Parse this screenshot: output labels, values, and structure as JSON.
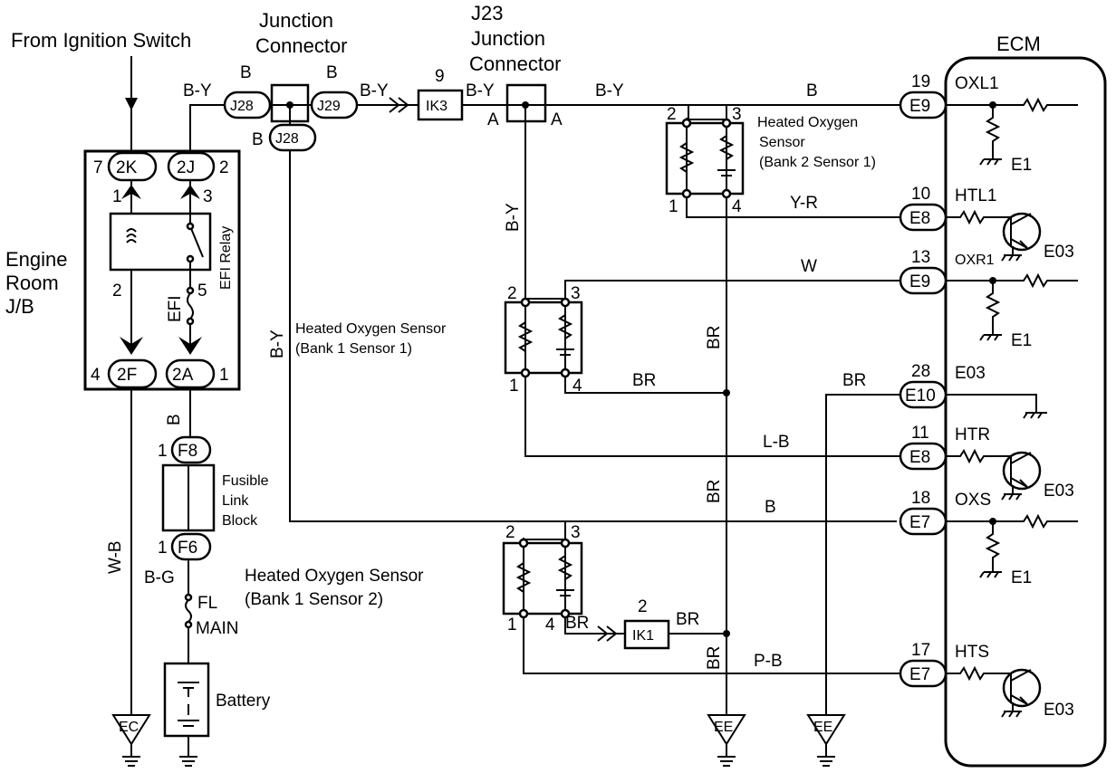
{
  "labels": {
    "ignition": "From Ignition Switch",
    "jc_top": "Junction",
    "jc_bottom": "Connector",
    "j23_1": "J23",
    "j23_2": "Junction",
    "j23_3": "Connector",
    "ecm": "ECM",
    "er1": "Engine",
    "er2": "Room",
    "er3": "J/B",
    "efi_relay": "EFI Relay",
    "efi": "EFI",
    "fl1": "Fusible",
    "fl2": "Link",
    "fl3": "Block",
    "fl_main1": "FL",
    "fl_main2": "MAIN",
    "battery": "Battery",
    "hos_b2s1_1": "Heated Oxygen",
    "hos_b2s1_2": "Sensor",
    "hos_b2s1_3": "(Bank 2 Sensor 1)",
    "hos_b1s1_1": "Heated Oxygen Sensor",
    "hos_b1s1_2": "(Bank 1 Sensor 1)",
    "hos_b1s2_1": "Heated Oxygen Sensor",
    "hos_b1s2_2": "(Bank 1 Sensor 2)"
  },
  "jb_pins": {
    "2K": "2K",
    "2J": "2J",
    "2F": "2F",
    "2A": "2A",
    "n7": "7",
    "n2a": "2",
    "n4": "4",
    "n1a": "1",
    "r1": "1",
    "r3": "3",
    "r2": "2",
    "r5": "5"
  },
  "connectors": {
    "J28": "J28",
    "J29": "J29",
    "J28b": "J28",
    "IK3": "IK3",
    "IK1": "IK1",
    "F8": "F8",
    "F6": "F6",
    "EC": "EC",
    "EE1": "EE",
    "EE2": "EE"
  },
  "wires": {
    "BY1": "B-Y",
    "BY2": "B-Y",
    "BY3": "B-Y",
    "BY4": "B-Y",
    "BY5": "B-Y",
    "B1": "B",
    "B2": "B",
    "B3": "B",
    "B4": "B",
    "B5": "B",
    "B6": "B",
    "A1": "A",
    "A2": "A",
    "YR": "Y-R",
    "W": "W",
    "BR1": "BR",
    "BR2": "BR",
    "BR3": "BR",
    "BR4": "BR",
    "BR5": "BR",
    "BR6": "BR",
    "BR7": "BR",
    "LB": "L-B",
    "PB": "P-B",
    "WB": "W-B",
    "BG": "B-G"
  },
  "pin_nums": {
    "p9": "9",
    "p2ik1": "2",
    "p1f8": "1",
    "p1f6": "1",
    "s1": "2",
    "s2": "3",
    "s3": "1",
    "s4": "4",
    "t1": "2",
    "t2": "3",
    "t3": "1",
    "t4": "4",
    "u1": "2",
    "u2": "3",
    "u3": "1",
    "u4": "4"
  },
  "ecm_pins": [
    {
      "num": "19",
      "term": "E9",
      "sig": "OXL1"
    },
    {
      "num": "10",
      "term": "E8",
      "sig": "HTL1"
    },
    {
      "num": "13",
      "term": "E9",
      "sig": "OXR1"
    },
    {
      "num": "28",
      "term": "E10",
      "sig": "E03"
    },
    {
      "num": "11",
      "term": "E8",
      "sig": "HTR"
    },
    {
      "num": "18",
      "term": "E7",
      "sig": "OXS"
    },
    {
      "num": "17",
      "term": "E7",
      "sig": "HTS"
    }
  ],
  "ecm_grounds": {
    "e1a": "E1",
    "e1b": "E1",
    "e1c": "E1",
    "e03a": "E03",
    "e03b": "E03",
    "e03c": "E03"
  }
}
